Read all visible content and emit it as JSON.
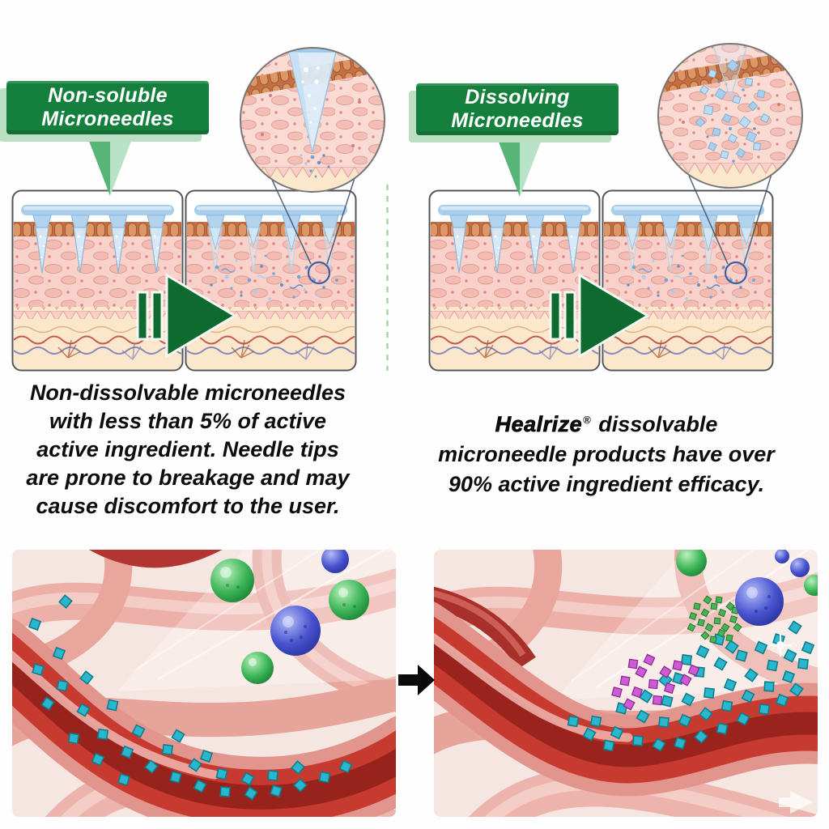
{
  "left": {
    "label": {
      "line1": "Non-soluble",
      "line2": "Microneedles"
    },
    "caption_lines": [
      "Non-dissolvable microneedles",
      "with less than 5% of active",
      "active ingredient. Needle tips",
      "are prone to breakage and may",
      "cause discomfort to the user."
    ]
  },
  "right": {
    "label": {
      "line1": "Dissolving",
      "line2": "Microneedles"
    },
    "caption": {
      "brand": "Healrize",
      "reg": "®",
      "line1_rest": " dissolvable",
      "line2": "microneedle products have over",
      "line3": "90% active ingredient efficacy."
    }
  },
  "colors": {
    "label_green": "#15803d",
    "label_shadow_green": "#bcdfc4",
    "arrow_green": "#0e6a2f",
    "needle_blue": "#d6eafa",
    "patch_blue": "#a6cdeb",
    "skin_top_orange": "#dd9766",
    "skin_pink": "#f8d2ca",
    "skin_cream": "#fbe7cb",
    "vessel_red": "#c63a30",
    "particle_cyan": "#2ab6cc",
    "particle_magenta": "#cf5ad6",
    "particle_green": "#49b457",
    "sphere_green": "#3db558",
    "sphere_blue": "#4853cf",
    "text_black": "#0d0d0d"
  },
  "icons": {
    "pointer_down": "arrow-down-pointer",
    "fast_forward_arrow": "fast-forward-arrow",
    "transition_arrow": "arrow-right",
    "magnifier_circle": "magnifier-circle",
    "watermark": "watermark-arrow"
  }
}
